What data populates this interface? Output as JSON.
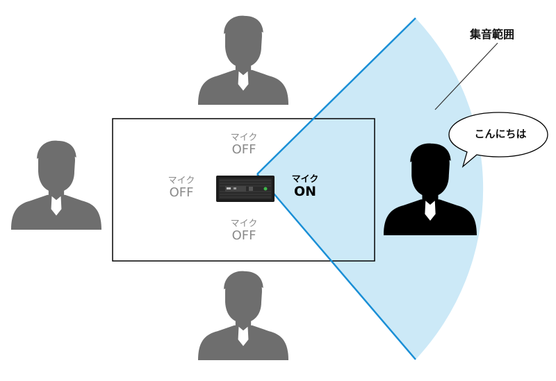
{
  "pickup_range": {
    "label": "集音範囲",
    "fill_color": "#cce9f7",
    "edge_color": "#1a8fd6"
  },
  "speech_bubble": {
    "text": "こんにちは"
  },
  "mic_states": {
    "top": {
      "small": "マイク",
      "big": "OFF"
    },
    "left": {
      "small": "マイク",
      "big": "OFF"
    },
    "bottom": {
      "small": "マイク",
      "big": "OFF"
    },
    "right": {
      "small": "マイク",
      "big": "ON"
    }
  },
  "colors": {
    "inactive_person": "#6e6e6e",
    "active_person": "#000000"
  }
}
